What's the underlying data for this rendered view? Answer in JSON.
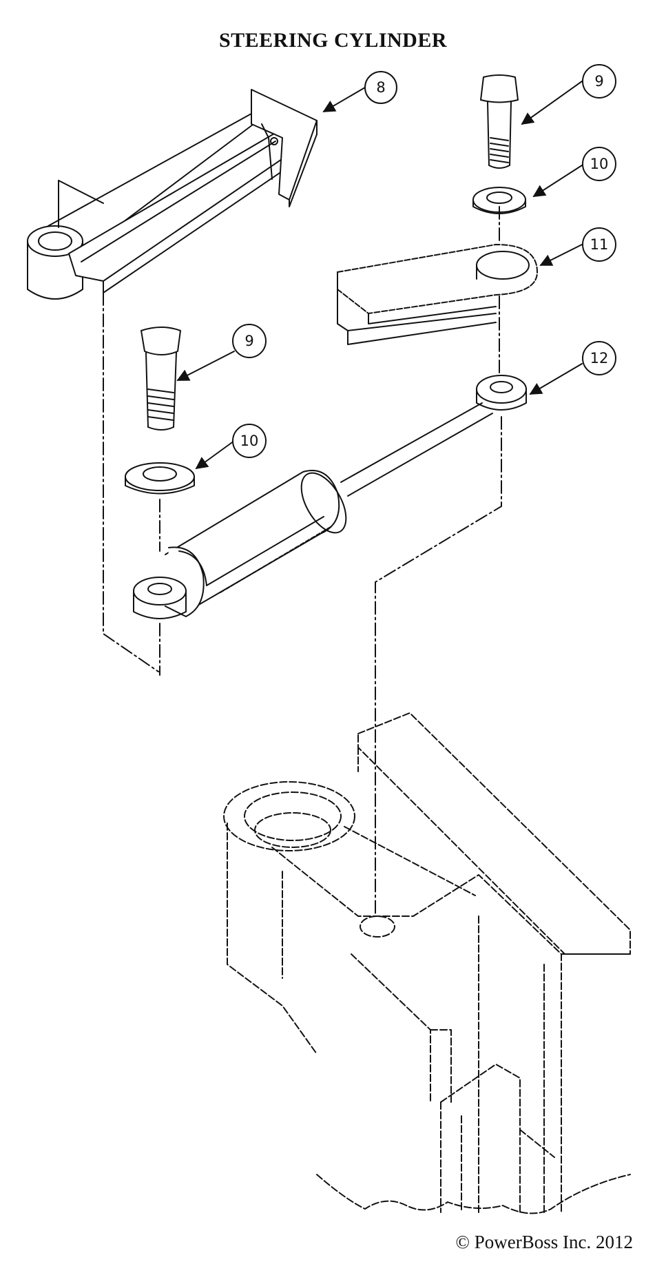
{
  "title": "STEERING CYLINDER",
  "copyright": "© PowerBoss Inc. 2012",
  "callouts": [
    {
      "id": "c8",
      "label": "8"
    },
    {
      "id": "c9a",
      "label": "9"
    },
    {
      "id": "c10a",
      "label": "10"
    },
    {
      "id": "c11",
      "label": "11"
    },
    {
      "id": "c9b",
      "label": "9"
    },
    {
      "id": "c10b",
      "label": "10"
    },
    {
      "id": "c12",
      "label": "12"
    }
  ]
}
